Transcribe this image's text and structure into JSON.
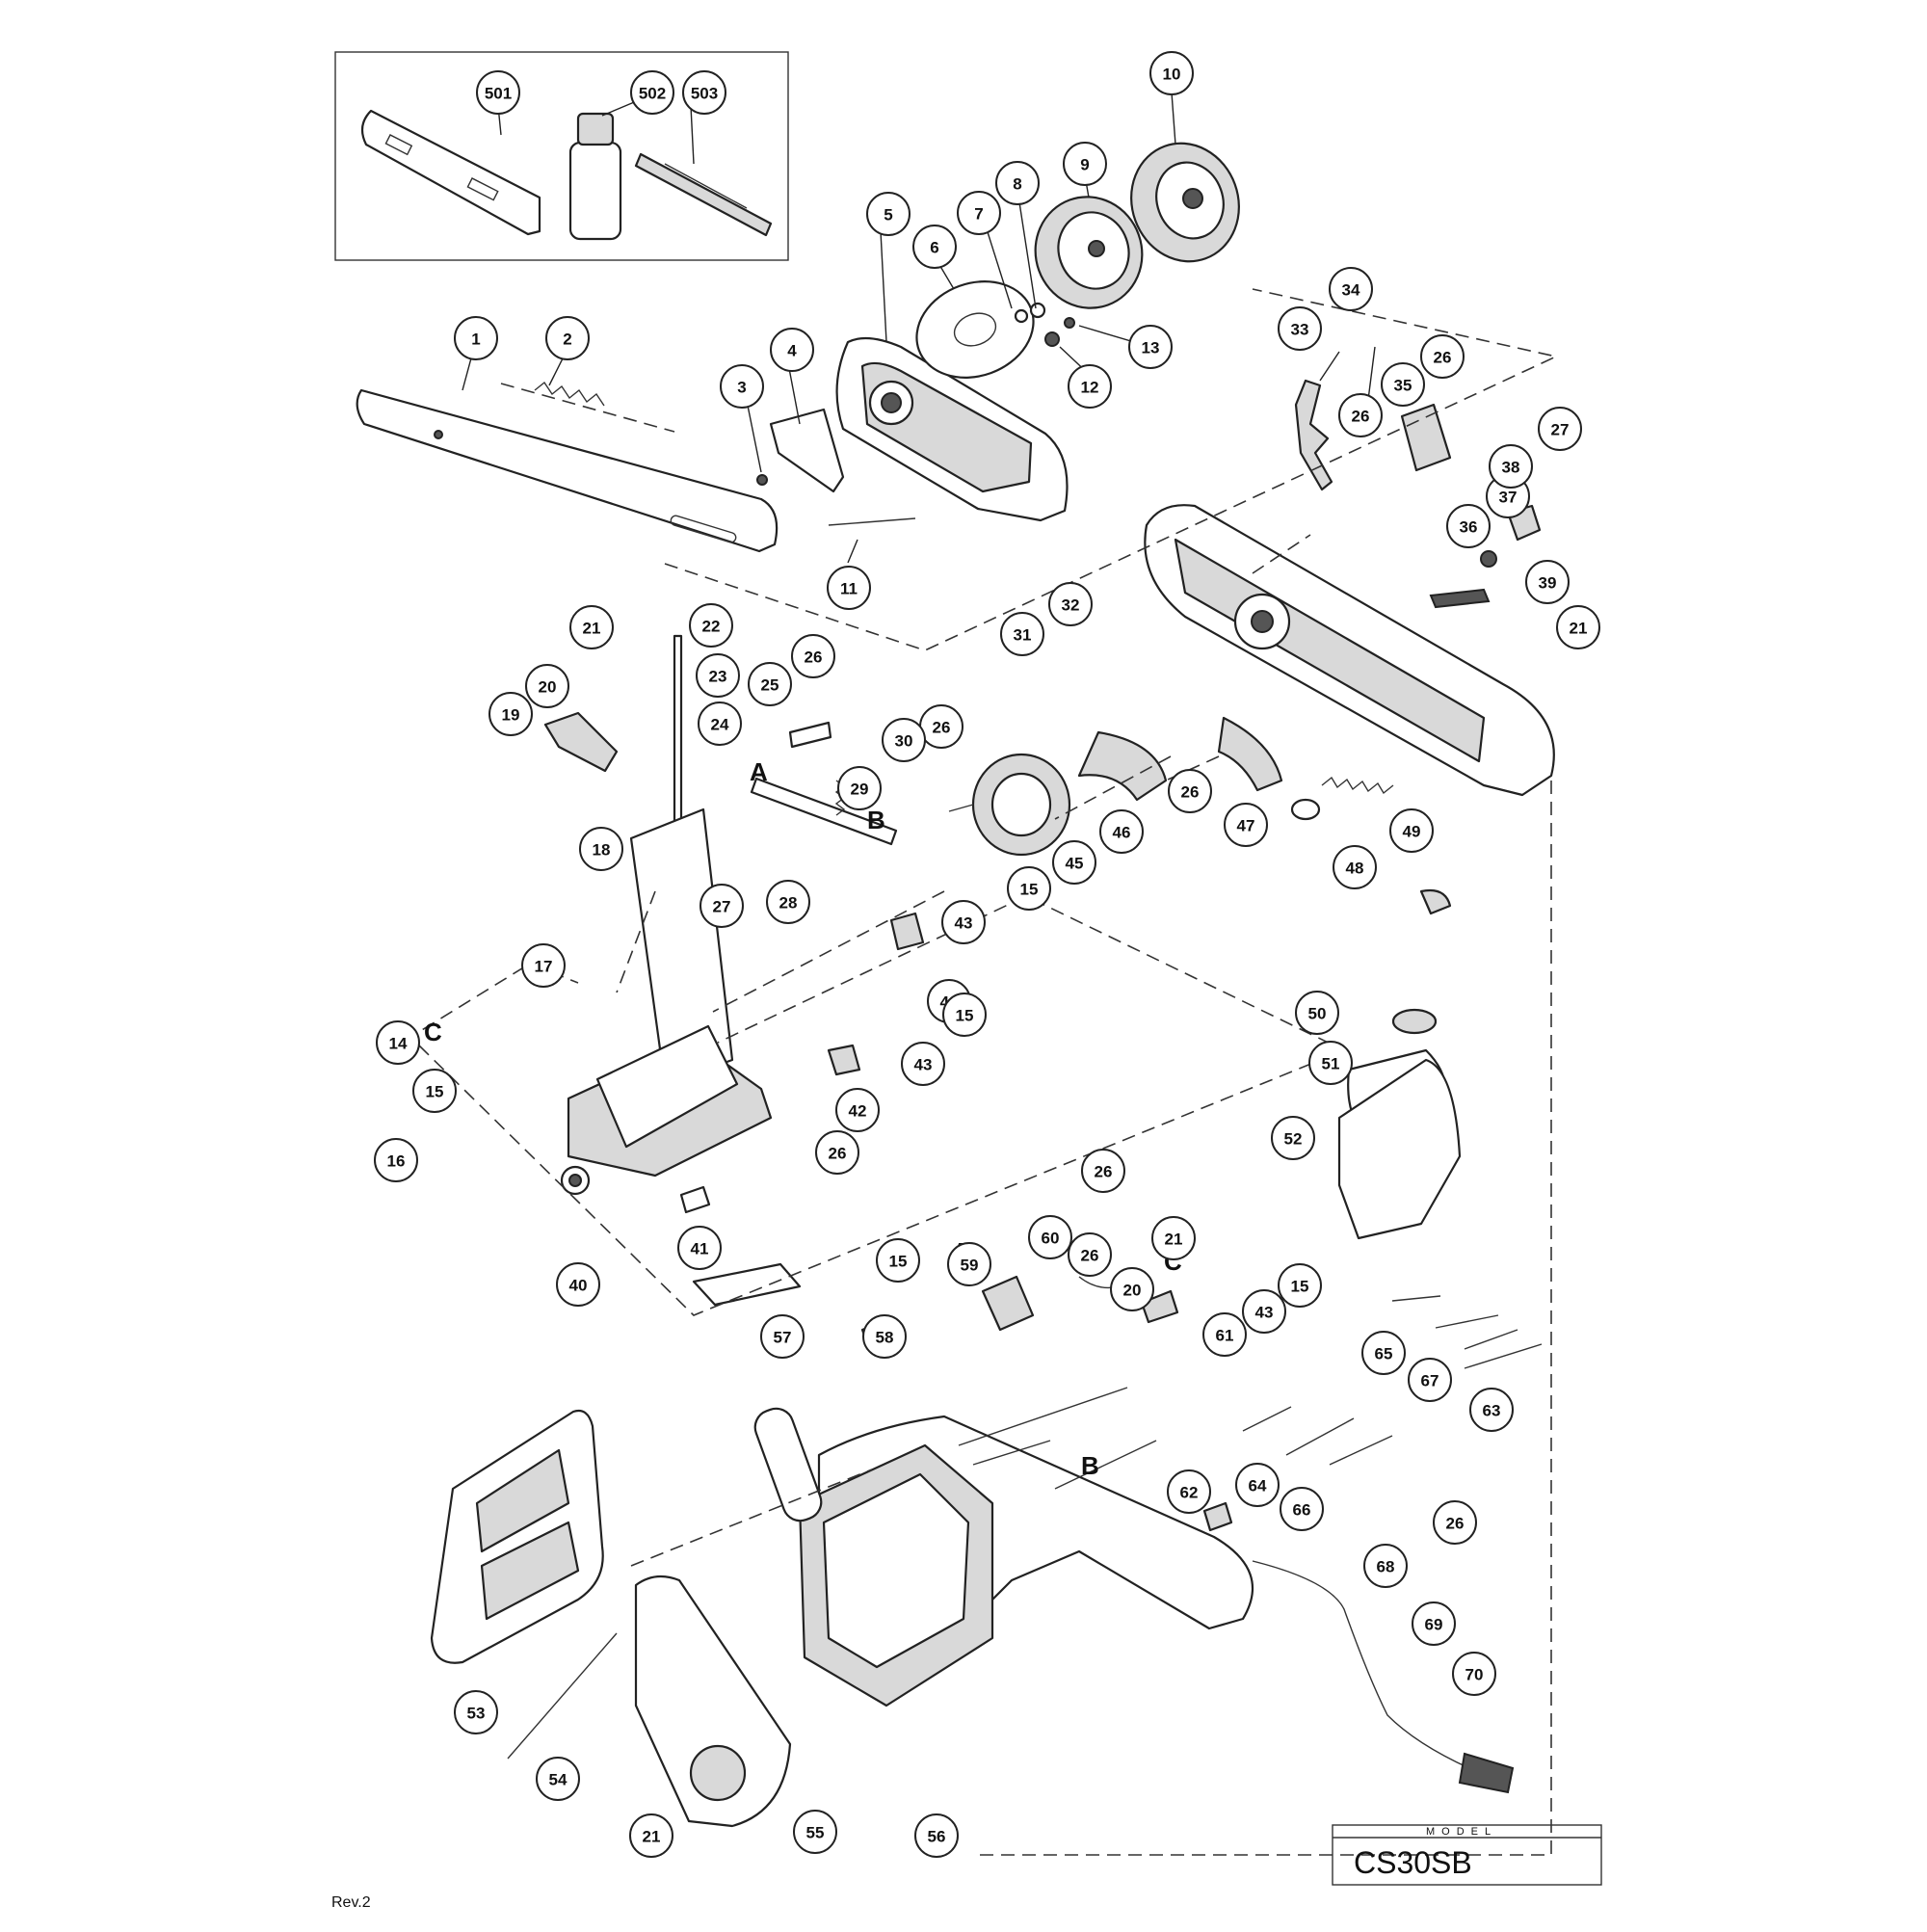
{
  "revision": "Rev.2",
  "model_box": {
    "label": "MODEL",
    "value": "CS30SB"
  },
  "reference_letters": [
    "A",
    "B",
    "C"
  ],
  "part_numbers": [
    "1",
    "2",
    "3",
    "4",
    "5",
    "6",
    "7",
    "8",
    "9",
    "10",
    "11",
    "12",
    "13",
    "14",
    "15",
    "16",
    "17",
    "18",
    "19",
    "20",
    "21",
    "22",
    "23",
    "24",
    "25",
    "26",
    "27",
    "28",
    "29",
    "30",
    "31",
    "32",
    "33",
    "34",
    "35",
    "36",
    "37",
    "38",
    "39",
    "40",
    "41",
    "42",
    "43",
    "44",
    "45",
    "46",
    "47",
    "48",
    "49",
    "50",
    "51",
    "52",
    "53",
    "54",
    "55",
    "56",
    "57",
    "58",
    "59",
    "60",
    "61",
    "62",
    "63",
    "64",
    "65",
    "66",
    "67",
    "68",
    "69",
    "70",
    "501",
    "502",
    "503"
  ]
}
